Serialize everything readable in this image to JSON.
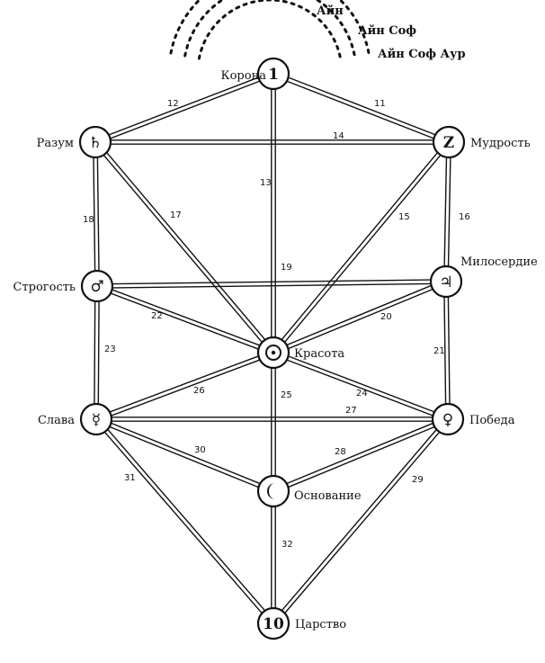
{
  "veils": [
    "Айн",
    "Айн Соф",
    "Айн Соф Аур"
  ],
  "nodes": [
    {
      "id": "keter",
      "label": "Корона",
      "symbol": "1"
    },
    {
      "id": "chokmah",
      "label": "Мудрость",
      "symbol": "Z"
    },
    {
      "id": "binah",
      "label": "Разум",
      "symbol": "♄"
    },
    {
      "id": "chesed",
      "label": "Милосердие",
      "symbol": "♃"
    },
    {
      "id": "geburah",
      "label": "Строгость",
      "symbol": "♂"
    },
    {
      "id": "tiphareth",
      "label": "Красота",
      "symbol": "☉"
    },
    {
      "id": "netzach",
      "label": "Победа",
      "symbol": "♀"
    },
    {
      "id": "hod",
      "label": "Слава",
      "symbol": "☿"
    },
    {
      "id": "yesod",
      "label": "Основание",
      "symbol": "☽"
    },
    {
      "id": "malkuth",
      "label": "Царство",
      "symbol": "10"
    }
  ],
  "paths": [
    {
      "number": "11",
      "from": "keter",
      "to": "chokmah"
    },
    {
      "number": "12",
      "from": "keter",
      "to": "binah"
    },
    {
      "number": "13",
      "from": "keter",
      "to": "tiphareth"
    },
    {
      "number": "14",
      "from": "binah",
      "to": "chokmah"
    },
    {
      "number": "15",
      "from": "chokmah",
      "to": "tiphareth"
    },
    {
      "number": "16",
      "from": "chokmah",
      "to": "chesed"
    },
    {
      "number": "17",
      "from": "binah",
      "to": "tiphareth"
    },
    {
      "number": "18",
      "from": "binah",
      "to": "geburah"
    },
    {
      "number": "19",
      "from": "geburah",
      "to": "chesed"
    },
    {
      "number": "20",
      "from": "chesed",
      "to": "tiphareth"
    },
    {
      "number": "21",
      "from": "chesed",
      "to": "netzach"
    },
    {
      "number": "22",
      "from": "geburah",
      "to": "tiphareth"
    },
    {
      "number": "23",
      "from": "geburah",
      "to": "hod"
    },
    {
      "number": "24",
      "from": "tiphareth",
      "to": "netzach"
    },
    {
      "number": "25",
      "from": "tiphareth",
      "to": "yesod"
    },
    {
      "number": "26",
      "from": "tiphareth",
      "to": "hod"
    },
    {
      "number": "27",
      "from": "hod",
      "to": "netzach"
    },
    {
      "number": "28",
      "from": "netzach",
      "to": "yesod"
    },
    {
      "number": "29",
      "from": "netzach",
      "to": "malkuth"
    },
    {
      "number": "30",
      "from": "hod",
      "to": "yesod"
    },
    {
      "number": "31",
      "from": "hod",
      "to": "malkuth"
    },
    {
      "number": "32",
      "from": "yesod",
      "to": "malkuth"
    }
  ]
}
